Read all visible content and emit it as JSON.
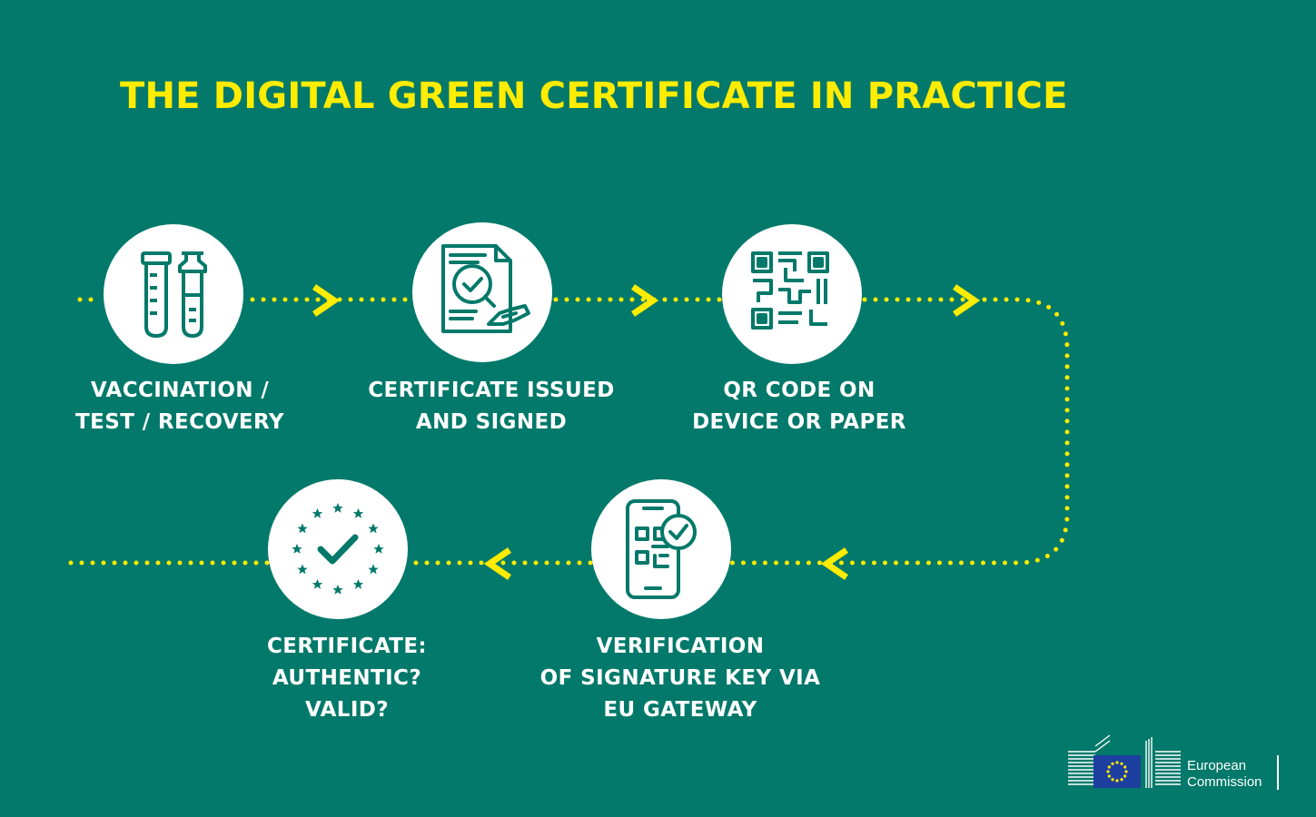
{
  "title": "THE DIGITAL GREEN CERTIFICATE IN PRACTICE",
  "steps": [
    {
      "label": "VACCINATION /\nTEST / RECOVERY",
      "icon": "test-tubes-icon"
    },
    {
      "label": "CERTIFICATE  ISSUED\nAND SIGNED",
      "icon": "signed-document-icon"
    },
    {
      "label": "QR CODE ON\nDEVICE  OR PAPER",
      "icon": "qr-code-icon"
    },
    {
      "label": "VERIFICATION\nOF SIGNATURE  KEY VIA\nEU GATEWAY",
      "icon": "phone-verification-icon"
    },
    {
      "label": "CERTIFICATE:\nAUTHENTIC?\nVALID?",
      "icon": "eu-stars-check-icon"
    }
  ],
  "logo": {
    "text": "European\nCommission"
  },
  "colors": {
    "background": "#02796a",
    "accent": "#ffec00",
    "icon": "#02796a",
    "text": "#ffffff"
  }
}
